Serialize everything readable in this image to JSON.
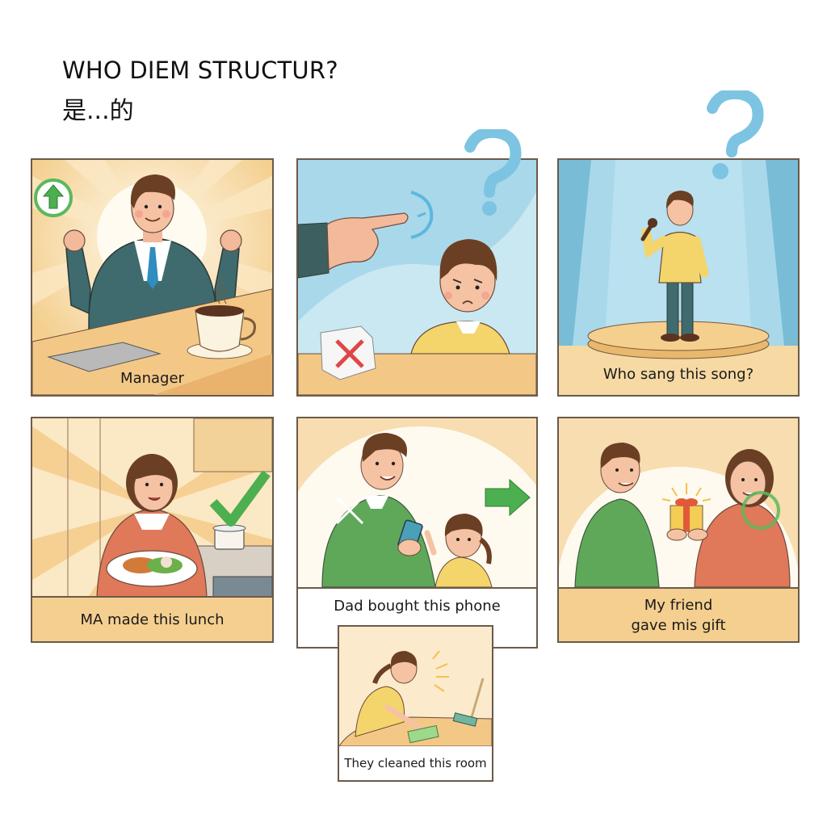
{
  "header": {
    "title": "WHO DIEM STRUCTUR?",
    "subtitle": "是...的"
  },
  "panels": [
    {
      "id": "manager",
      "caption": "Manager",
      "scene": "businessman in suit cheering with fists raised at desk with coffee cup and paper",
      "icons": [
        "up-arrow-badge-icon",
        "coffee-cup-icon"
      ],
      "background": "#f7d9a0"
    },
    {
      "id": "pointing",
      "caption": "",
      "scene": "hand pointing at frowning boy next to crumpled paper marked with red X",
      "icons": [
        "question-mark-icon",
        "pointing-hand-icon",
        "red-x-icon"
      ],
      "background": "#bfe3ef"
    },
    {
      "id": "singer",
      "caption": "Who sang this song?",
      "scene": "man holding microphone on round stage under spotlight",
      "icons": [
        "question-mark-icon",
        "microphone-icon"
      ],
      "background": "#a9d8ea"
    },
    {
      "id": "lunch",
      "caption": "MA made this lunch",
      "scene": "woman in kitchen holding plate of food",
      "icons": [
        "checkmark-icon",
        "cooking-pot-icon"
      ],
      "background": "#f6d9a3"
    },
    {
      "id": "phone",
      "caption": "Dad bought this phone",
      "scene": "father holding smartphone with waving daughter",
      "icons": [
        "right-arrow-icon",
        "sparkle-icon",
        "smartphone-icon"
      ],
      "background": "#f7ddb0"
    },
    {
      "id": "gift",
      "caption_line1": "My friend",
      "caption_line2": "gave mis gift",
      "scene": "man handing gift box to woman",
      "icons": [
        "gift-box-icon",
        "green-circle-highlight-icon"
      ],
      "background": "#f4d49a"
    },
    {
      "id": "cleaning",
      "caption": "They cleaned this room",
      "scene": "girl wiping table with cloth, broom nearby",
      "icons": [
        "cleaning-cloth-icon",
        "broom-icon",
        "shine-lines-icon"
      ],
      "background": "#fbeacb"
    }
  ],
  "colors": {
    "border": "#6b5a4a",
    "warm_bg": "#f6d9a3",
    "caption_band": "#f4cf8f",
    "sky_blue": "#a9d8ea",
    "question_mark": "#6fbfe0",
    "green_accent": "#4caf50",
    "red_x": "#e04646"
  }
}
